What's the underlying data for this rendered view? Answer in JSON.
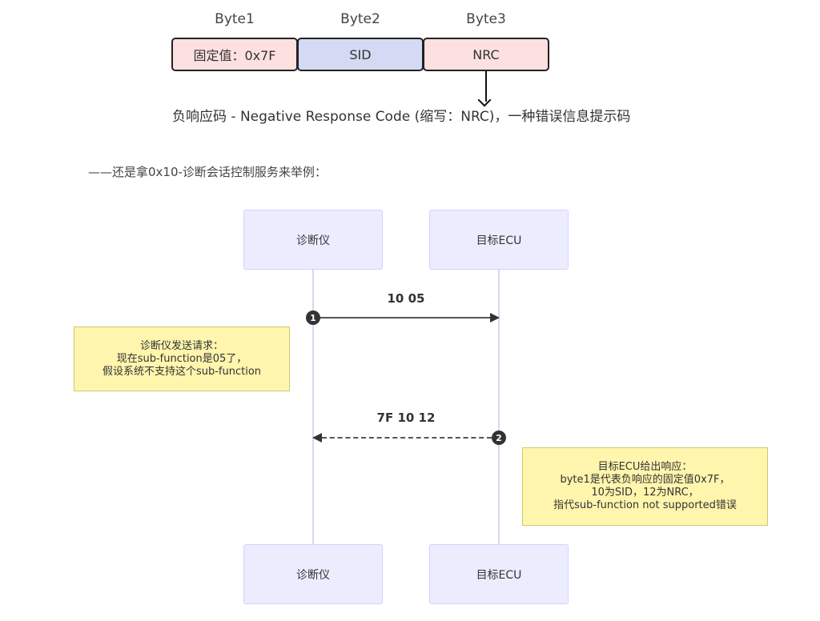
{
  "byte_frame": {
    "columns": [
      {
        "header": "Byte1",
        "value": "固定值：0x7F",
        "fill": "#fde0e0"
      },
      {
        "header": "Byte2",
        "value": "SID",
        "fill": "#d4daf3"
      },
      {
        "header": "Byte3",
        "value": "NRC",
        "fill": "#fde0e0"
      }
    ],
    "nrc_caption": "负响应码 - Negative Response Code (缩写：NRC)，一种错误信息提示码"
  },
  "intro_text": "——还是拿0x10-诊断会话控制服务来举例：",
  "sequence": {
    "actors": [
      {
        "name": "诊断仪"
      },
      {
        "name": "目标ECU"
      }
    ],
    "messages": [
      {
        "number": "1",
        "label": "10 05",
        "from": "诊断仪",
        "to": "目标ECU",
        "style": "solid"
      },
      {
        "number": "2",
        "label": "7F 10 12",
        "from": "目标ECU",
        "to": "诊断仪",
        "style": "dashed"
      }
    ],
    "notes": [
      {
        "lines": [
          "诊断仪发送请求：",
          "现在sub-function是05了，",
          "假设系统不支持这个sub-function"
        ]
      },
      {
        "lines": [
          "目标ECU给出响应：",
          "byte1是代表负响应的固定值0x7F，",
          "10为SID，12为NRC，",
          "指代sub-function not supported错误"
        ]
      }
    ]
  }
}
